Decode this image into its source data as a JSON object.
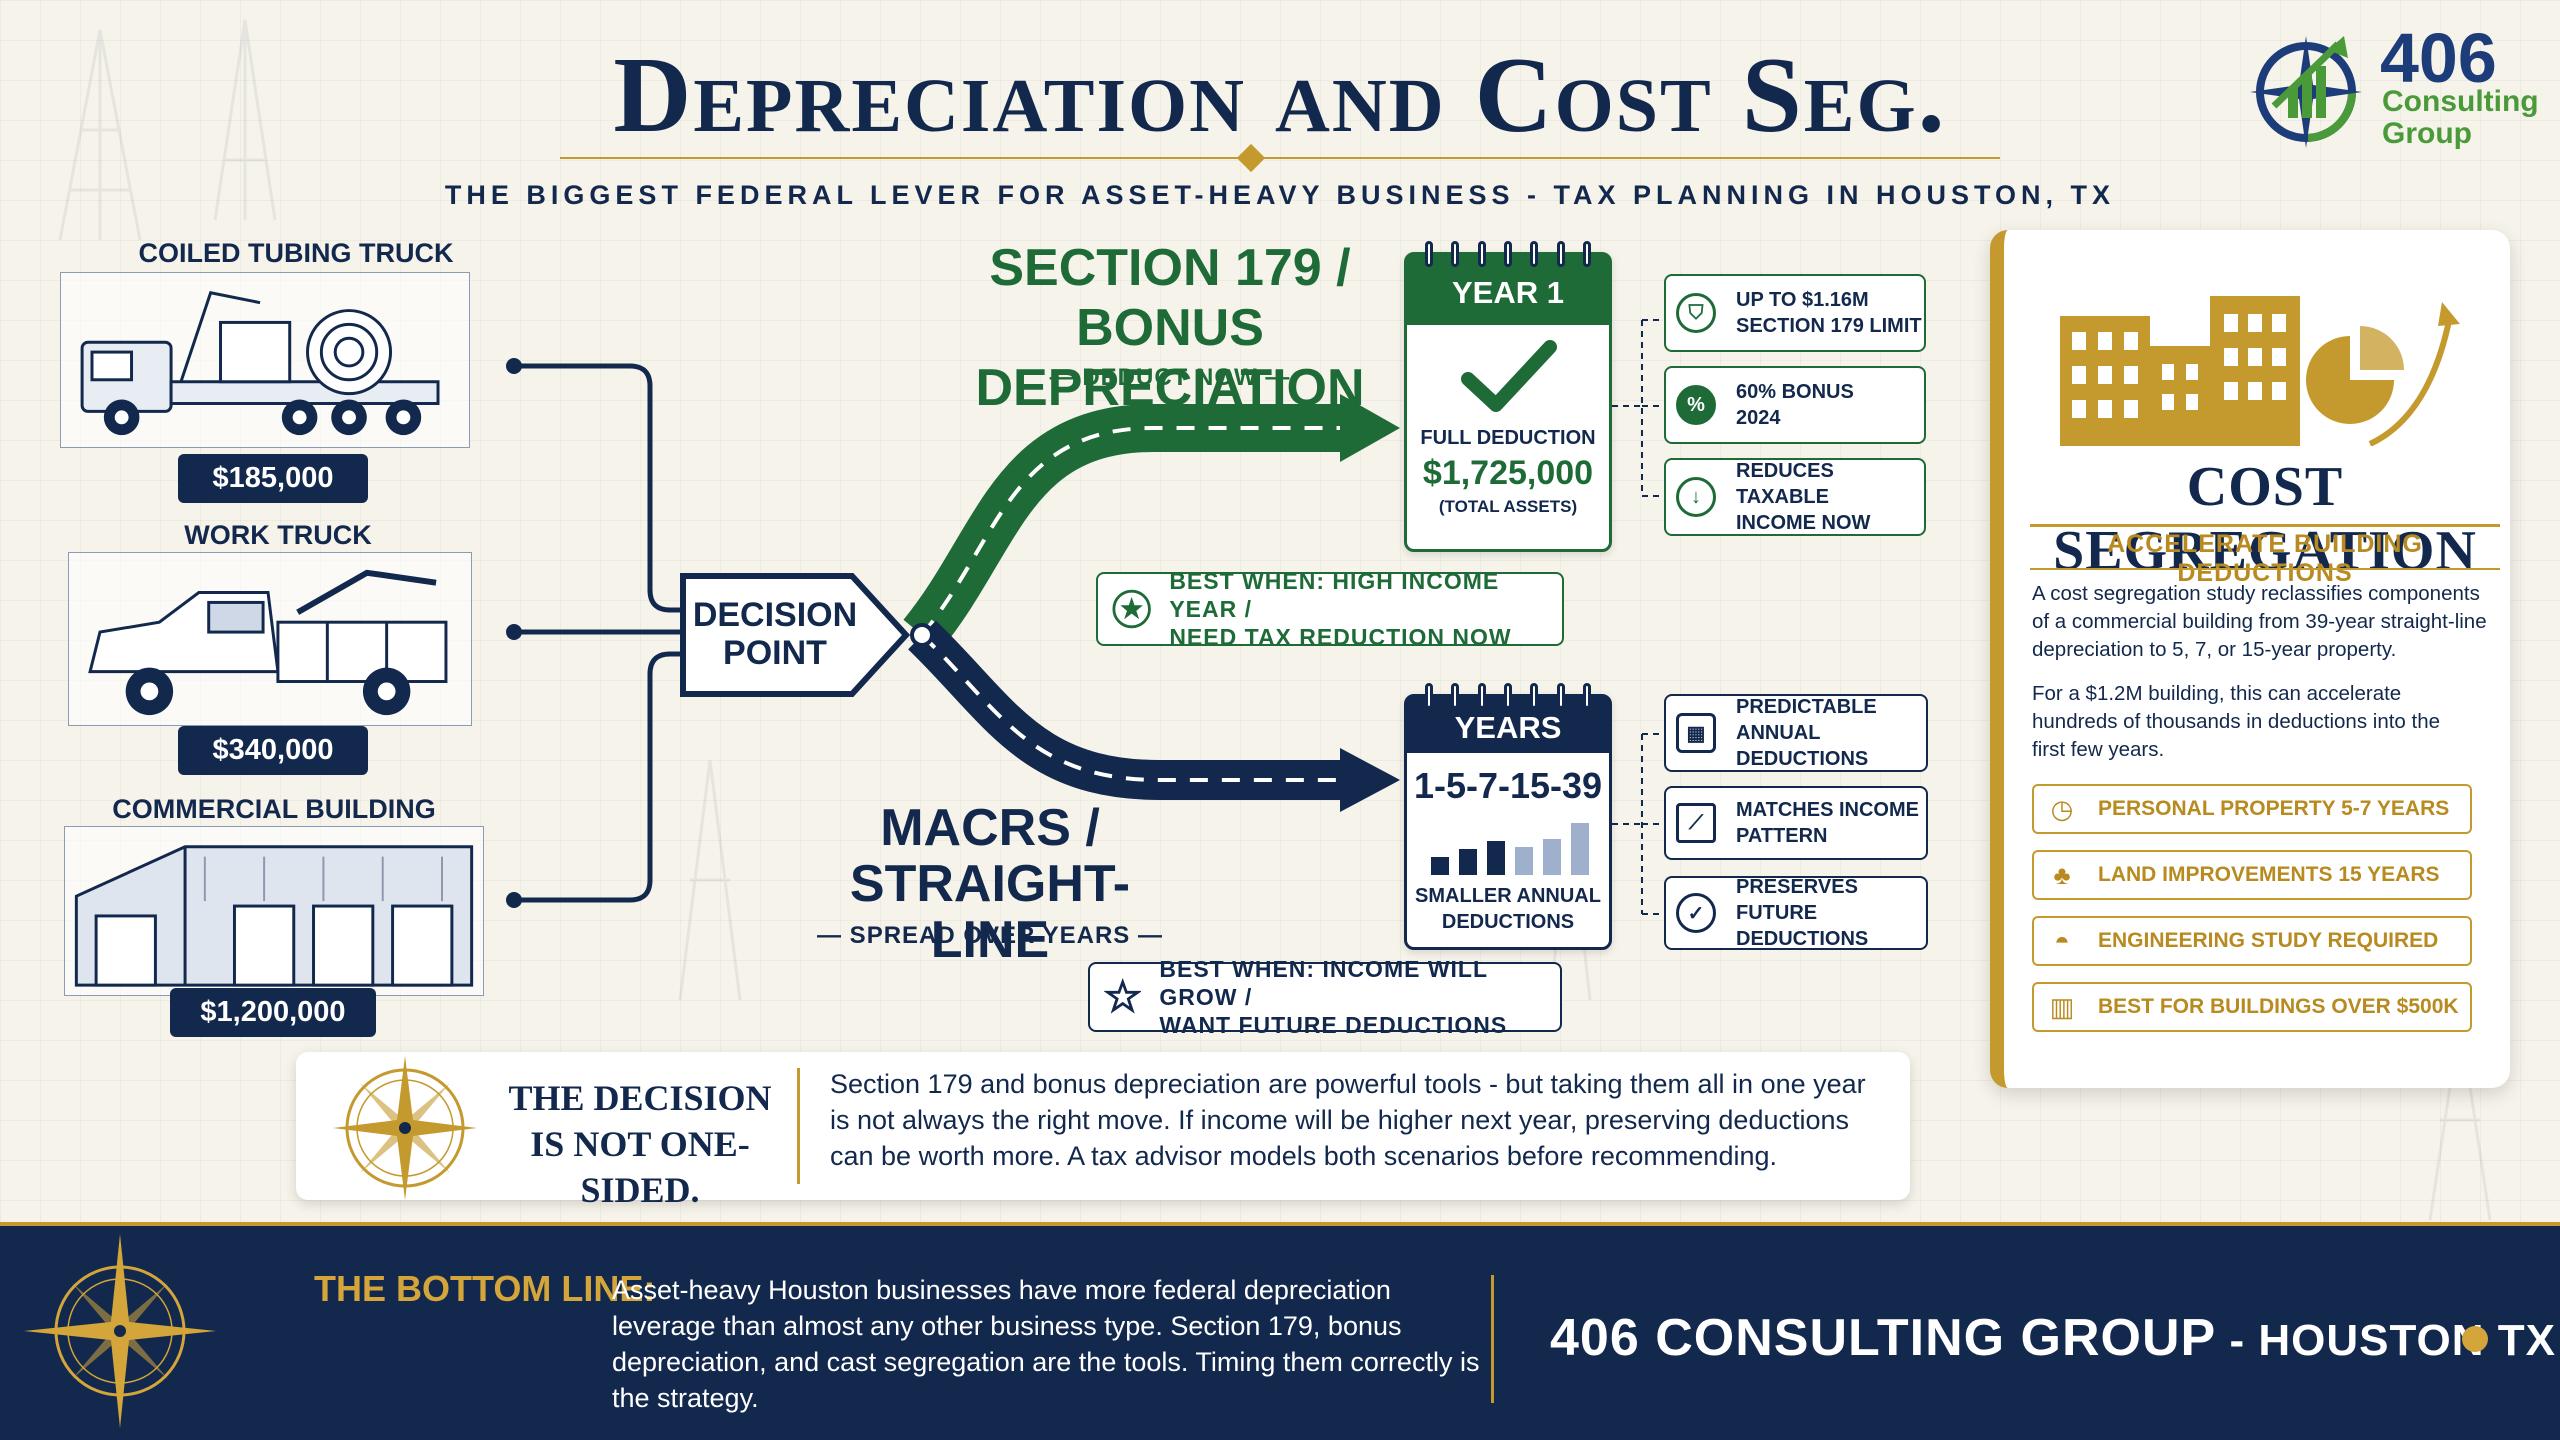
{
  "header": {
    "title": "Depreciation and Cost Seg.",
    "subtitle": "THE BIGGEST FEDERAL LEVER FOR ASSET-HEAVY BUSINESS - TAX PLANNING IN HOUSTON, TX"
  },
  "logo": {
    "number": "406",
    "line1": "Consulting",
    "line2": "Group"
  },
  "assets": [
    {
      "label": "COILED TUBING TRUCK",
      "price": "$185,000"
    },
    {
      "label": "WORK TRUCK",
      "price": "$340,000"
    },
    {
      "label": "COMMERCIAL BUILDING",
      "price": "$1,200,000"
    }
  ],
  "decision": {
    "line1": "DECISION",
    "line2": "POINT"
  },
  "fast_path": {
    "title_line1": "SECTION 179 /",
    "title_line2": "BONUS DEPRECIATION",
    "tagline": "— DEDUCT NOW —",
    "calendar_head": "YEAR 1",
    "calendar_caption": "FULL DEDUCTION",
    "calendar_value": "$1,725,000",
    "calendar_note": "(TOTAL ASSETS)",
    "features": [
      {
        "icon": "shield-icon",
        "line1": "UP TO $1.16M",
        "line2": "SECTION 179 LIMIT"
      },
      {
        "icon": "percent-badge-icon",
        "line1": "60% BONUS",
        "line2": "2024"
      },
      {
        "icon": "arrow-down-circle-icon",
        "line1": "REDUCES TAXABLE",
        "line2": "INCOME NOW"
      }
    ],
    "best_when_line1": "BEST WHEN: HIGH INCOME YEAR /",
    "best_when_line2": "NEED TAX REDUCTION NOW"
  },
  "slow_path": {
    "title_line1": "MACRS /",
    "title_line2": "STRAIGHT-LINE",
    "tagline": "— SPREAD OVER YEARS —",
    "calendar_head": "YEARS",
    "calendar_value": "1-5-7-15-39",
    "calendar_caption_line1": "SMALLER ANNUAL",
    "calendar_caption_line2": "DEDUCTIONS",
    "features": [
      {
        "icon": "calendar-grid-icon",
        "line1": "PREDICTABLE ANNUAL",
        "line2": "DEDUCTIONS"
      },
      {
        "icon": "line-chart-icon",
        "line1": "MATCHES INCOME",
        "line2": "PATTERN"
      },
      {
        "icon": "shield-check-icon",
        "line1": "PRESERVES FUTURE",
        "line2": "DEDUCTIONS"
      }
    ],
    "best_when_line1": "BEST WHEN: INCOME WILL GROW /",
    "best_when_line2": "WANT FUTURE DEDUCTIONS"
  },
  "cost_seg": {
    "title": "COST SEGREGATION",
    "subtitle": "ACCELERATE BUILDING DEDUCTIONS",
    "para1": "A cost segregation study reclassifies components of a commercial building from 39-year straight-line depreciation to 5, 7, or 15-year property.",
    "para2": "For a $1.2M building, this can accelerate hundreds of thousands in deductions into the first few years.",
    "items": [
      {
        "icon": "clock-icon",
        "label": "PERSONAL PROPERTY 5-7 YEARS"
      },
      {
        "icon": "tree-icon",
        "label": "LAND IMPROVEMENTS 15 YEARS"
      },
      {
        "icon": "hard-hat-icon",
        "label": "ENGINEERING STUDY REQUIRED"
      },
      {
        "icon": "building-icon",
        "label": "BEST FOR BUILDINGS OVER $500K"
      }
    ]
  },
  "note": {
    "head_line1": "THE DECISION",
    "head_line2": "IS NOT ONE-SIDED.",
    "body": "Section 179 and bonus depreciation are powerful tools - but taking them all in one year is not always the right move. If income will be higher next year, preserving deductions can be worth more.  A tax advisor models both scenarios before recommending."
  },
  "footer": {
    "label": "THE BOTTOM LINE:",
    "body": "Asset-heavy Houston businesses have more federal depreciation leverage than almost any other business type. Section 179, bonus depreciation, and cast segregation are the tools.  Timing them correctly is the strategy.",
    "brand": "406 CONSULTING GROUP",
    "brand_suffix": " - HOUSTON TX"
  },
  "colors": {
    "navy": "#13284d",
    "green": "#1e6b38",
    "gold": "#c49a2e"
  }
}
